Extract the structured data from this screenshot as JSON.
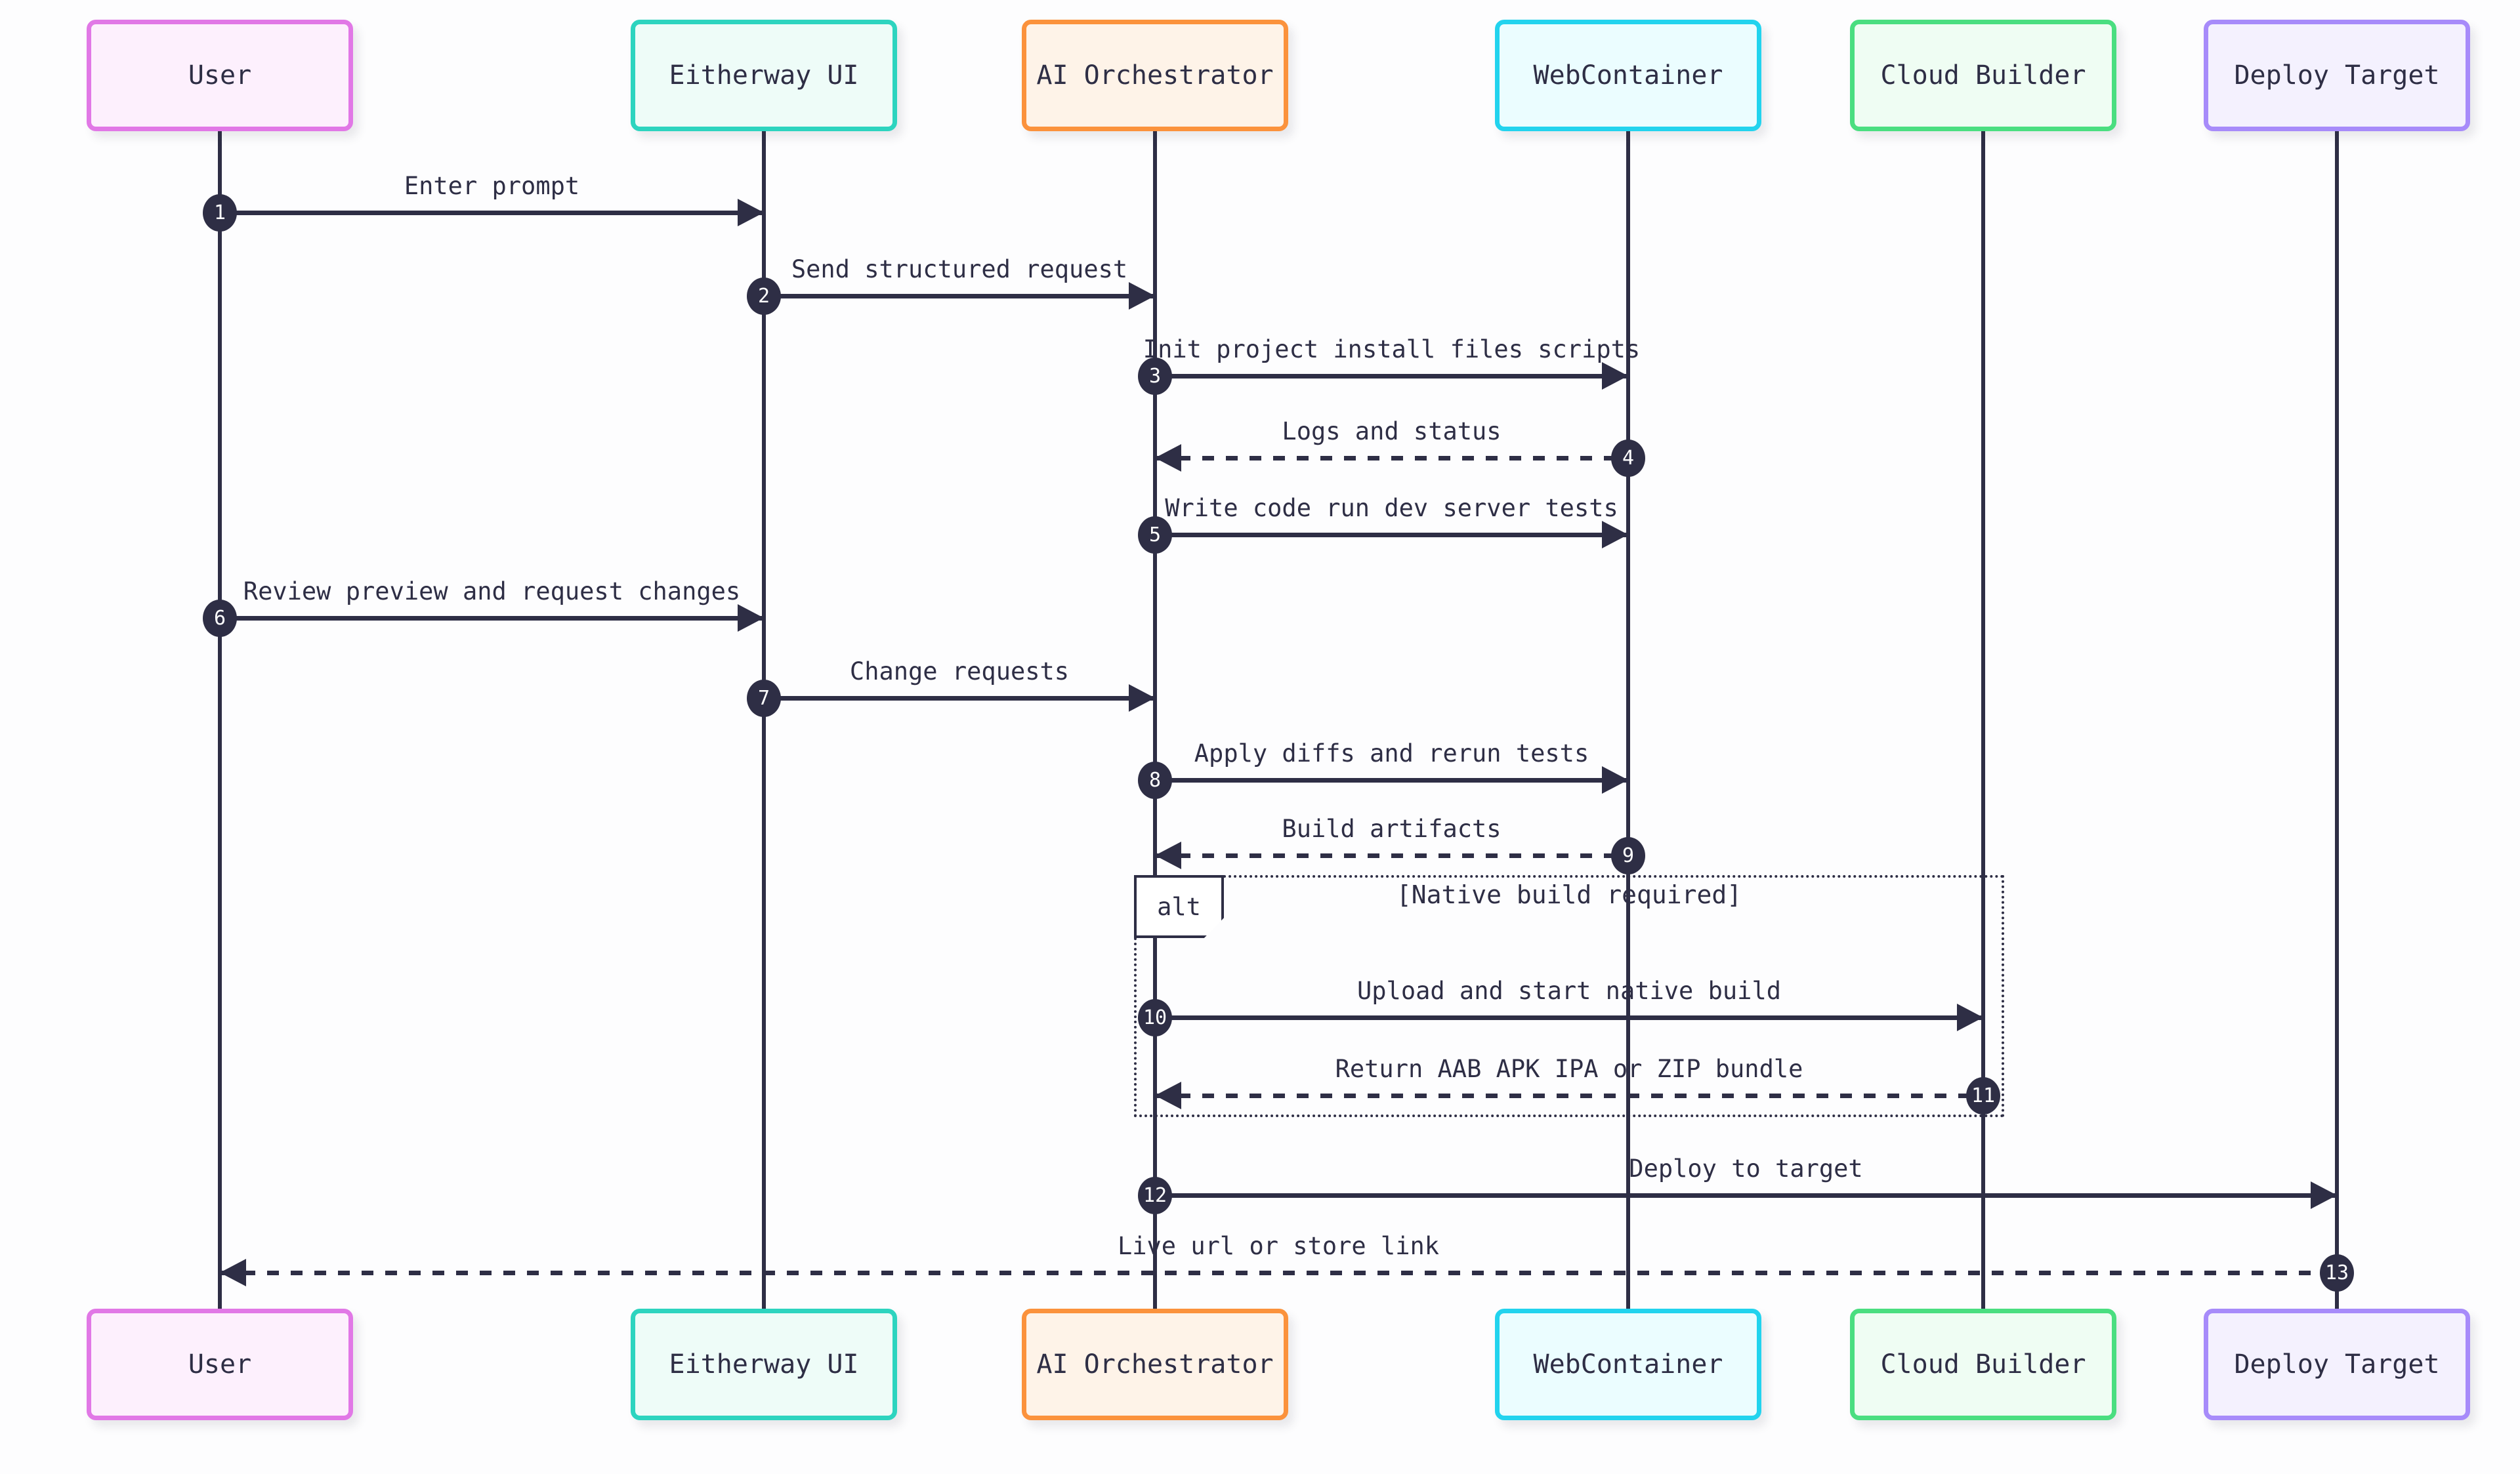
{
  "diagram": {
    "actors": [
      {
        "id": "user",
        "label": "User",
        "border_color": "#e178e6",
        "fill_color": "#fdf0fd"
      },
      {
        "id": "eitherway-ui",
        "label": "Eitherway UI",
        "border_color": "#2dd4bf",
        "fill_color": "#eefcf8"
      },
      {
        "id": "ai-orchestrator",
        "label": "AI Orchestrator",
        "border_color": "#fb923c",
        "fill_color": "#fef3e8"
      },
      {
        "id": "webcontainer",
        "label": "WebContainer",
        "border_color": "#22d3ee",
        "fill_color": "#ebfdff"
      },
      {
        "id": "cloud-builder",
        "label": "Cloud Builder",
        "border_color": "#4ade80",
        "fill_color": "#effdf3"
      },
      {
        "id": "deploy-target",
        "label": "Deploy Target",
        "border_color": "#a78bfa",
        "fill_color": "#f4f1fe"
      }
    ],
    "messages": [
      {
        "num": "1",
        "text": "Enter prompt",
        "from": 0,
        "to": 1,
        "line": "solid"
      },
      {
        "num": "2",
        "text": "Send structured request",
        "from": 1,
        "to": 2,
        "line": "solid"
      },
      {
        "num": "3",
        "text": "Init project install files scripts",
        "from": 2,
        "to": 3,
        "line": "solid"
      },
      {
        "num": "4",
        "text": "Logs and status",
        "from": 3,
        "to": 2,
        "line": "dotted"
      },
      {
        "num": "5",
        "text": "Write code run dev server tests",
        "from": 2,
        "to": 3,
        "line": "solid"
      },
      {
        "num": "6",
        "text": "Review preview and request changes",
        "from": 0,
        "to": 1,
        "line": "solid"
      },
      {
        "num": "7",
        "text": "Change requests",
        "from": 1,
        "to": 2,
        "line": "solid"
      },
      {
        "num": "8",
        "text": "Apply diffs and rerun tests",
        "from": 2,
        "to": 3,
        "line": "solid"
      },
      {
        "num": "9",
        "text": "Build artifacts",
        "from": 3,
        "to": 2,
        "line": "dotted"
      },
      {
        "num": "10",
        "text": "Upload and start native build",
        "from": 2,
        "to": 4,
        "line": "solid"
      },
      {
        "num": "11",
        "text": "Return AAB APK IPA or ZIP bundle",
        "from": 4,
        "to": 2,
        "line": "dotted"
      },
      {
        "num": "12",
        "text": "Deploy to target",
        "from": 2,
        "to": 5,
        "line": "solid"
      },
      {
        "num": "13",
        "text": "Live url or store link",
        "from": 5,
        "to": 0,
        "line": "dotted"
      }
    ],
    "alt_frame": {
      "label": "alt",
      "condition": "[Native build required]"
    },
    "colors": {
      "line": "#2e2e45",
      "badge_fill": "#2e2e45",
      "badge_text": "#ffffff",
      "text": "#2e2e45",
      "background": "#fdfdfe",
      "frame_label_bg": "#ffffff"
    }
  }
}
